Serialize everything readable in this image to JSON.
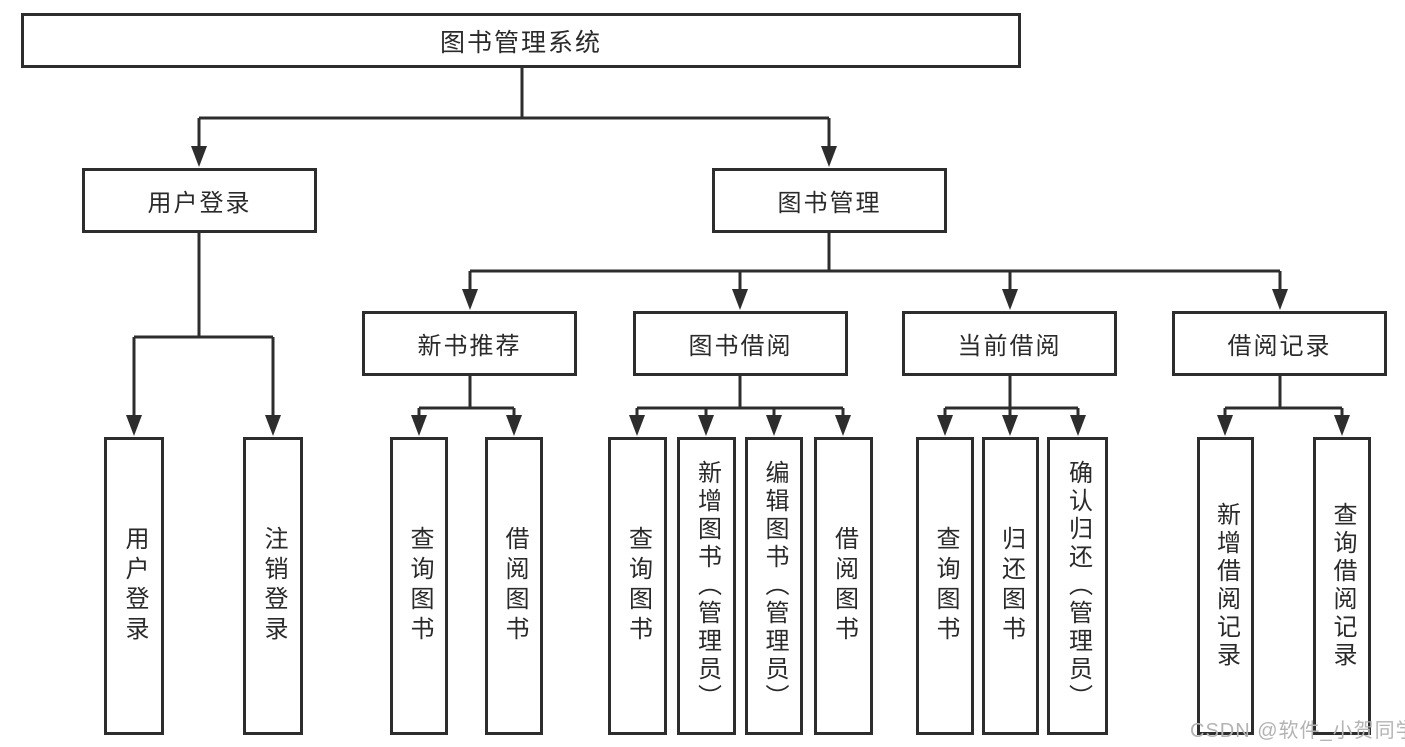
{
  "tree": {
    "root": {
      "label": "图书管理系统"
    },
    "branches": [
      {
        "label": "用户登录",
        "children": [
          {
            "label": "用户登录"
          },
          {
            "label": "注销登录"
          }
        ]
      },
      {
        "label": "图书管理",
        "children": [
          {
            "label": "新书推荐",
            "children": [
              {
                "label": "查询图书"
              },
              {
                "label": "借阅图书"
              }
            ]
          },
          {
            "label": "图书借阅",
            "children": [
              {
                "label": "查询图书"
              },
              {
                "label": "新增图书（管理员）"
              },
              {
                "label": "编辑图书（管理员）"
              },
              {
                "label": "借阅图书"
              }
            ]
          },
          {
            "label": "当前借阅",
            "children": [
              {
                "label": "查询图书"
              },
              {
                "label": "归还图书"
              },
              {
                "label": "确认归还（管理员）"
              }
            ]
          },
          {
            "label": "借阅记录",
            "children": [
              {
                "label": "新增借阅记录"
              },
              {
                "label": "查询借阅记录"
              }
            ]
          }
        ]
      }
    ]
  },
  "watermark": "CSDN @软件_小贺同学",
  "colors": {
    "line": "#2d2d2d",
    "text": "#2a2a2a",
    "watermark": "#b3b3b3",
    "background": "#ffffff"
  }
}
